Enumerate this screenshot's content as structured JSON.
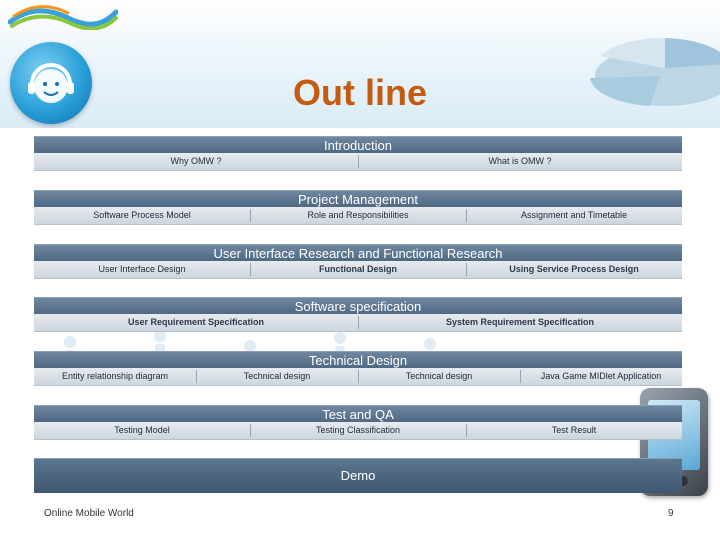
{
  "slide": {
    "title": "Out line",
    "footer_left": "Online Mobile World",
    "page_number": "9"
  },
  "colors": {
    "title": "#c55a11",
    "section_bar": "#4e6782",
    "row_bar": "#cdd5dd"
  },
  "sections": [
    {
      "title": "Introduction",
      "items": [
        "Why OMW ?",
        "What is OMW ?"
      ]
    },
    {
      "title": "Project Management",
      "items": [
        "Software Process Model",
        "Role and Responsibilities",
        "Assignment and Timetable"
      ]
    },
    {
      "title": "User Interface Research and Functional Research",
      "items": [
        "User Interface Design",
        "Functional Design",
        "Using Service Process Design"
      ]
    },
    {
      "title": "Software specification",
      "items": [
        "User Requirement Specification",
        "System Requirement Specification"
      ]
    },
    {
      "title": "Technical Design",
      "items": [
        "Entity relationship diagram",
        "Technical design",
        "Technical design",
        "Java Game MIDlet Application"
      ]
    },
    {
      "title": "Test and QA",
      "items": [
        "Testing Model",
        "Testing Classification",
        "Test Result"
      ]
    },
    {
      "title": "Demo",
      "items": []
    }
  ]
}
